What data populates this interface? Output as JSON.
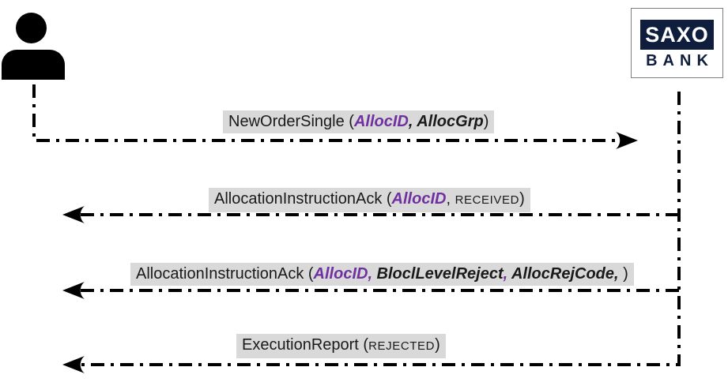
{
  "actors": {
    "client": {
      "icon": "person-icon"
    },
    "bank": {
      "logo_line1": "SAXO",
      "logo_line2": "BANK"
    }
  },
  "colors": {
    "param_purple": "#7030A0",
    "label_bg": "#D9D9D9",
    "logo_navy": "#0E1E3C",
    "line_black": "#000000"
  },
  "messages": [
    {
      "id": "new-order-single",
      "direction": "client-to-bank",
      "segments": [
        {
          "text": "NewOrderSingle (",
          "kind": "plain"
        },
        {
          "text": "AllocID",
          "kind": "param-purple"
        },
        {
          "text": ", ",
          "kind": "bold-italic"
        },
        {
          "text": "AllocGrp",
          "kind": "bold-italic"
        },
        {
          "text": ")",
          "kind": "plain"
        }
      ]
    },
    {
      "id": "allocation-instruction-ack-received",
      "direction": "bank-to-client",
      "segments": [
        {
          "text": "AllocationInstructionAck (",
          "kind": "plain"
        },
        {
          "text": "AllocID",
          "kind": "param-purple"
        },
        {
          "text": ", ",
          "kind": "plain"
        },
        {
          "text": "RECEIVED",
          "kind": "smallcaps"
        },
        {
          "text": ")",
          "kind": "plain"
        }
      ]
    },
    {
      "id": "allocation-instruction-ack-reject",
      "direction": "bank-to-client",
      "segments": [
        {
          "text": "AllocationInstructionAck (",
          "kind": "plain"
        },
        {
          "text": "AllocID,",
          "kind": "param-purple"
        },
        {
          "text": " BloclLevelReject",
          "kind": "bold-italic"
        },
        {
          "text": ",",
          "kind": "param-purple"
        },
        {
          "text": " AllocRejCode,",
          "kind": "bold-italic"
        },
        {
          "text": " )",
          "kind": "plain"
        }
      ]
    },
    {
      "id": "execution-report-rejected",
      "direction": "bank-to-client",
      "segments": [
        {
          "text": "ExecutionReport (",
          "kind": "plain"
        },
        {
          "text": "REJECTED",
          "kind": "smallcaps"
        },
        {
          "text": ")",
          "kind": "plain"
        }
      ]
    }
  ]
}
